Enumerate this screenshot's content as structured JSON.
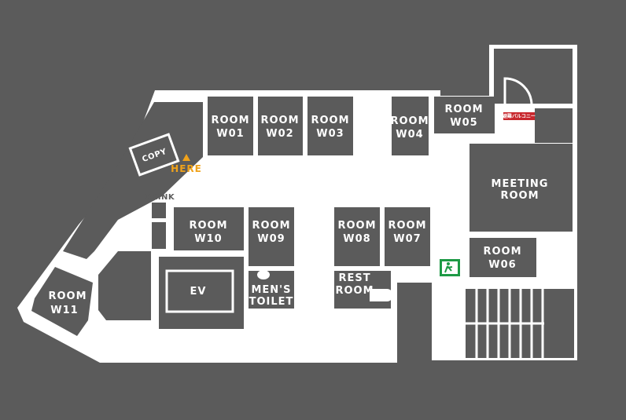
{
  "colors": {
    "background": "#5b5b5b",
    "floor": "#ffffff",
    "room": "#5b5b5b",
    "here_marker": "#f0a21a",
    "balcony_sign": "#c8272d",
    "exit_sign": "#1d9a45"
  },
  "rooms": {
    "w01": [
      "ROOM",
      "W01"
    ],
    "w02": [
      "ROOM",
      "W02"
    ],
    "w03": [
      "ROOM",
      "W03"
    ],
    "w04": [
      "ROOM",
      "W04"
    ],
    "w05": [
      "ROOM",
      "W05"
    ],
    "w06": [
      "ROOM",
      "W06"
    ],
    "w07": [
      "ROOM",
      "W07"
    ],
    "w08": [
      "ROOM",
      "W08"
    ],
    "w09": [
      "ROOM",
      "W09"
    ],
    "w10": [
      "ROOM",
      "W10"
    ],
    "w11": [
      "ROOM",
      "W11"
    ],
    "meeting": [
      "MEETING",
      "ROOM"
    ],
    "rest": [
      "REST",
      "ROOM"
    ],
    "mens_toilet": [
      "MEN'S",
      "TOILET"
    ]
  },
  "labels": {
    "copy": "COPY",
    "here": "HERE",
    "drink": "DRINK",
    "ev": "EV",
    "balcony": "避難バルコニー"
  },
  "icons": {
    "here_marker": "triangle-up-icon",
    "exit": "emergency-exit-icon",
    "toilet": "toilet-icon"
  }
}
